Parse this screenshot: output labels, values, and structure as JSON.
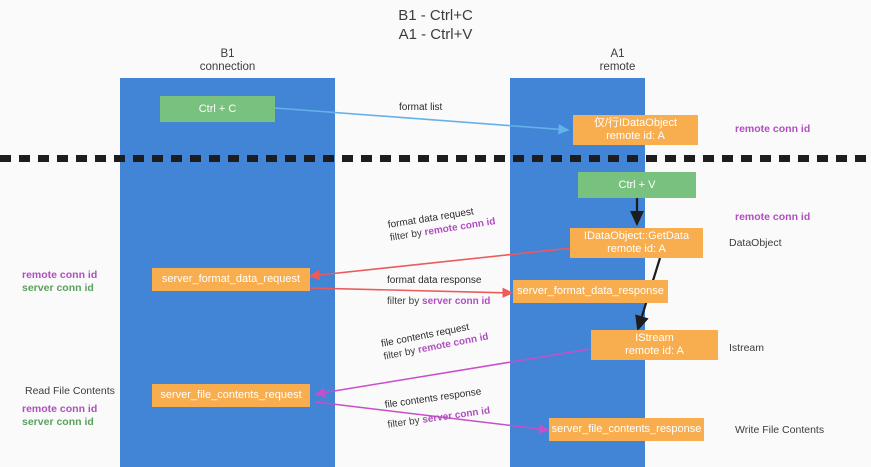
{
  "title": {
    "line1": "B1 - Ctrl+C",
    "line2": "A1 - Ctrl+V"
  },
  "columns": {
    "left": {
      "name": "B1",
      "role": "connection"
    },
    "right": {
      "name": "A1",
      "role": "remote"
    }
  },
  "boxes": {
    "ctrl_c": "Ctrl + C",
    "ctrl_v": "Ctrl + V",
    "idataobject": {
      "line1": "仅/行IDataObject",
      "line2": "remote id: A"
    },
    "getdata": {
      "line1": "IDataObject::GetData",
      "line2": "remote id: A"
    },
    "istream": {
      "line1": "IStream",
      "line2": "remote id: A"
    },
    "server_format_data_request": "server_format_data_request",
    "server_format_data_response": "server_format_data_response",
    "server_file_contents_request": "server_file_contents_request",
    "server_file_contents_response": "server_file_contents_response"
  },
  "edges": {
    "format_list": "format list",
    "format_data_request": {
      "line1": "format data request",
      "prefix": "filter by ",
      "highlight": "remote conn id"
    },
    "format_data_response": {
      "line1": "format data response",
      "prefix": "filter by ",
      "highlight": "server conn id"
    },
    "file_contents_request": {
      "line1": "file contents request",
      "prefix": "filter by ",
      "highlight": "remote conn id"
    },
    "file_contents_response": {
      "line1": "file contents response",
      "prefix": "filter by ",
      "highlight": "server conn id"
    }
  },
  "annotations": {
    "right_top_remote_conn_id": "remote conn id",
    "right_mid_remote_conn_id": "remote conn id",
    "right_dataobject": "DataObject",
    "right_istream": "Istream",
    "right_write_file_contents": "Write File Contents",
    "left_mid_remote_conn_id": "remote conn id",
    "left_mid_server_conn_id": "server conn id",
    "left_read_file_contents": "Read File Contents",
    "left_bot_remote_conn_id": "remote conn id",
    "left_bot_server_conn_id": "server conn id"
  },
  "colors": {
    "lane": "#4285d6",
    "box_green": "#79c17f",
    "box_orange": "#f8ad4e",
    "purple": "#b04ec0",
    "green_text": "#5aa05f",
    "arrow_blue": "#63b2e8",
    "arrow_red": "#ec5a5a",
    "arrow_magenta": "#c94ec9",
    "arrow_black": "#1d1d1d",
    "divider": "#1d1d1d"
  }
}
